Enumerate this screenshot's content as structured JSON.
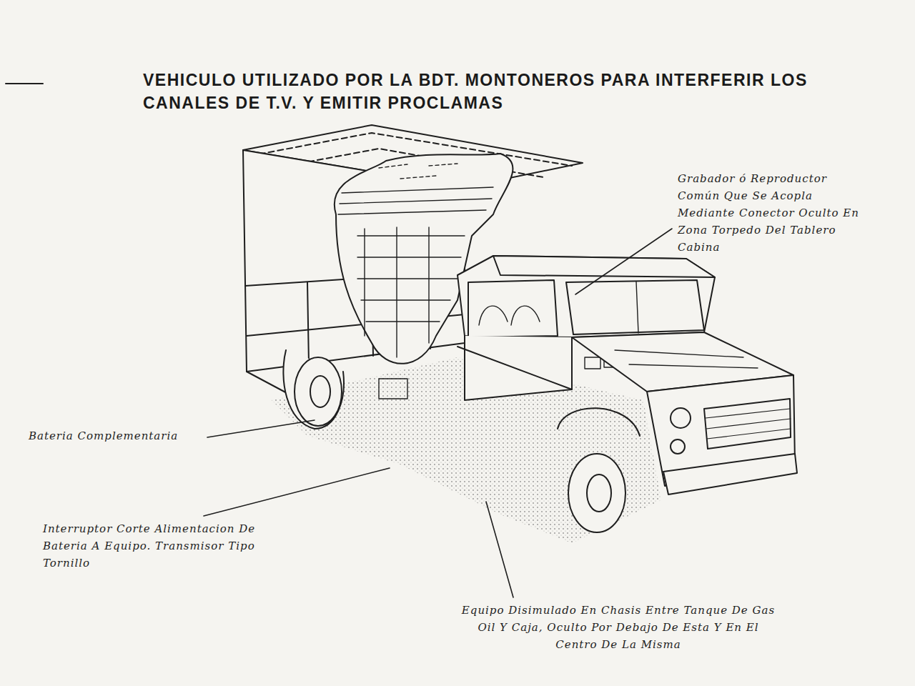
{
  "diagram": {
    "title": "VEHICULO UTILIZADO POR LA BDT. MONTONEROS PARA INTERFERIR LOS CANALES DE T.V. Y EMITIR PROCLAMAS",
    "labels": [
      "Grabador ó Reproductor Común Que Se Acopla Mediante Conector Oculto En Zona Torpedo Del Tablero Cabina",
      "Bateria Complementaria",
      "Interruptor Corte Alimentacion De Bateria A Equipo. Transmisor Tipo Tornillo",
      "Equipo Disimulado En Chasis Entre Tanque De Gas Oil Y Caja, Oculto Por Debajo De Esta Y En El Centro De La Misma"
    ]
  }
}
